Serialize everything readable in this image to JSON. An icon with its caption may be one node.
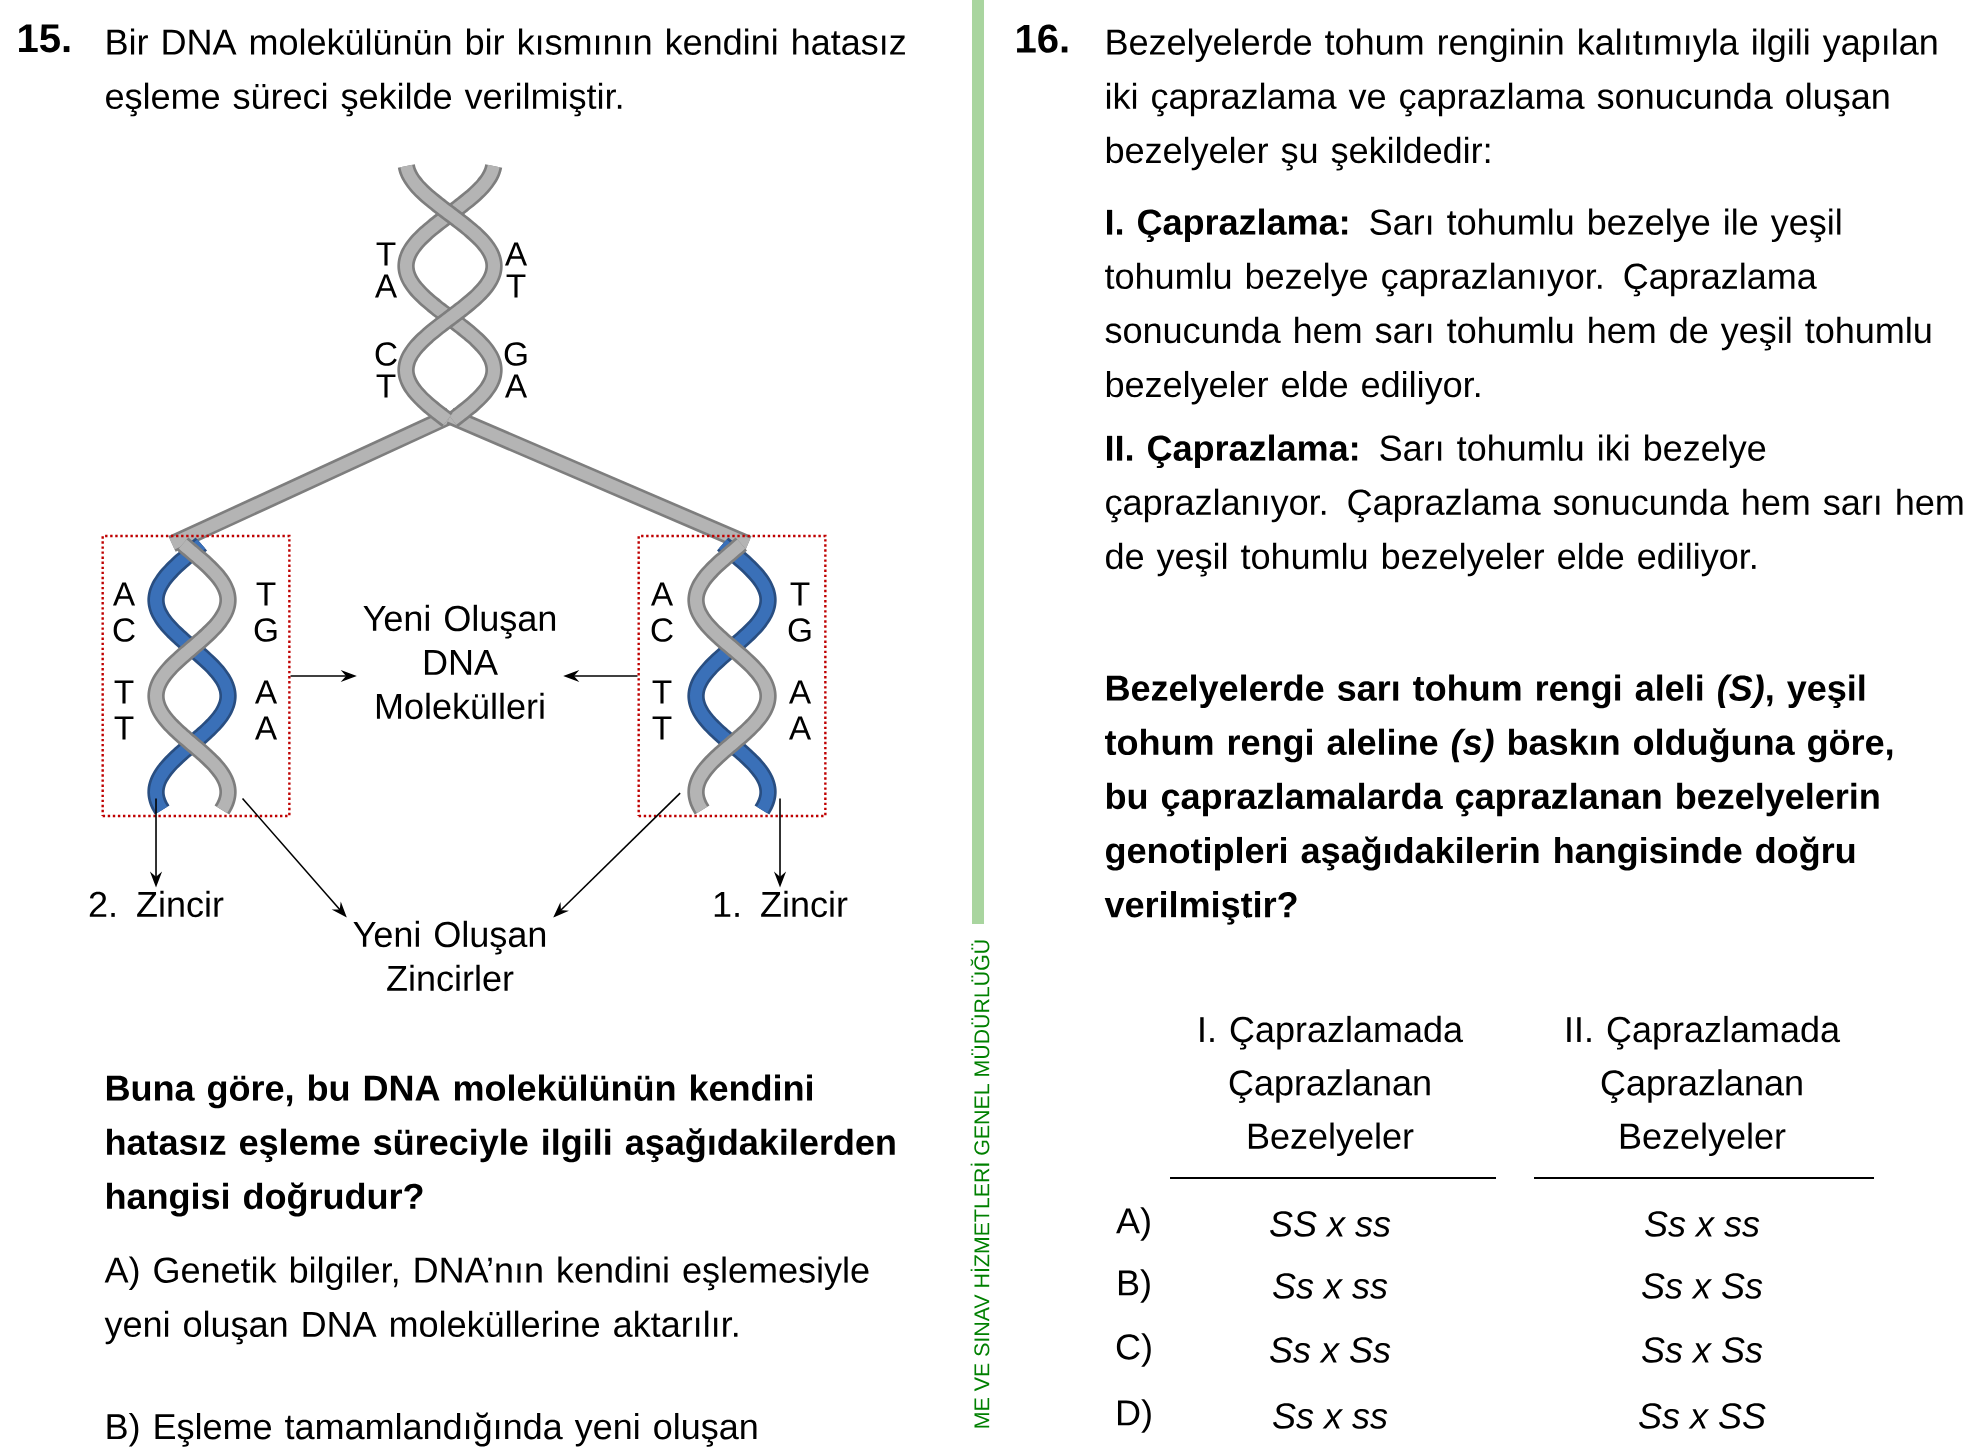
{
  "diagram": {
    "nodes": [
      {
        "text": [],
        "shape": "box"
      },
      {
        "text": [],
        "shape": "box"
      },
      {
        "text": [
          "Yeni Oluşan DNA Molekülleri"
        ]
      },
      {
        "text": [
          "2. Zincir"
        ]
      },
      {
        "text": [
          "Yeni Oluşan Zincirler"
        ]
      },
      {
        "text": [
          "1. Zincir"
        ]
      }
    ],
    "edges": [
      {
        "from": 0,
        "to": 2,
        "arrow": "to"
      },
      {
        "from": 1,
        "to": 2,
        "arrow": "to"
      },
      {
        "from": 0,
        "to": 3,
        "arrow": "to"
      },
      {
        "from": 0,
        "to": 4,
        "arrow": "to"
      },
      {
        "from": 1,
        "to": 4,
        "arrow": "to"
      },
      {
        "from": 1,
        "to": 5,
        "arrow": "to"
      }
    ],
    "labels": [
      "15.",
      "Bir DNA molekülünün bir kısmının kendini hatasız eşleme süreci şekilde verilmiştir.",
      "T",
      "A",
      "A",
      "T",
      "C",
      "G",
      "T",
      "A",
      "A",
      "T",
      "C",
      "G",
      "T",
      "A",
      "T",
      "A",
      "A",
      "T",
      "C",
      "G",
      "T",
      "A",
      "T",
      "A",
      "Buna göre, bu DNA molekülünün kendini hatasız eşleme süreciyle ilgili aşağıdakilerden hangisi doğrudur?",
      "A) Genetik bilgiler, DNA’nın kendini eşlemesiyle yeni oluşan DNA moleküllerine aktarılır.",
      "B) Eşleme tamamlandığında yeni oluşan",
      "ME VE SINAV HİZMETLERİ GENEL MÜDÜRLÜĞÜ",
      "16.",
      "Bezelyelerde tohum renginin kalıtımıyla ilgili yapılan iki çaprazlama ve çaprazlama sonucunda oluşan bezelyeler şu şekildedir:",
      "**I. Çaprazlama:** Sarı tohumlu bezelye ile yeşil tohumlu bezelye çaprazlanıyor. Çaprazlama sonucunda hem sarı tohumlu hem de yeşil tohumlu bezelyeler elde ediliyor.",
      "**II. Çaprazlama:** Sarı tohumlu iki bezelye çaprazlanıyor. Çaprazlama sonucunda hem sarı hem de yeşil tohumlu bezelyeler elde ediliyor.",
      "Bezelyelerde sarı tohum rengi aleli *(S)*, yeşil tohum rengi aleline *(s)* baskın olduğuna göre, bu çaprazlamalarda çaprazlanan bezelyelerin genotipleri aşağıdakilerin hangisinde doğru verilmiştir?",
      "I. Çaprazlamada Çaprazlanan Bezelyeler",
      "II. Çaprazlamada Çaprazlanan Bezelyeler",
      "A)",
      "SS x ss",
      "Ss x ss",
      "B)",
      "Ss x ss",
      "Ss x Ss",
      "C)",
      "Ss x Ss",
      "Ss x Ss",
      "D)",
      "Ss x ss",
      "Ss x SS"
    ]
  }
}
